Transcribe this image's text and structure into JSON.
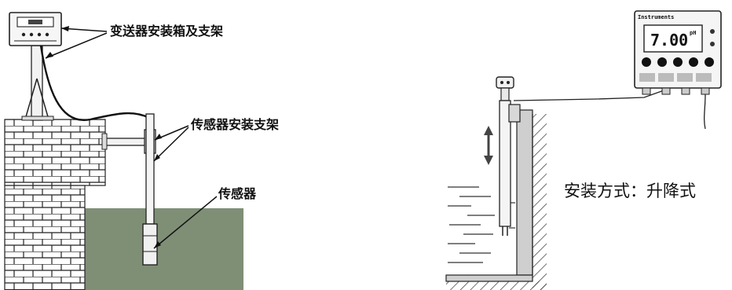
{
  "left_diagram": {
    "labels": {
      "transmitter_box": "变送器安装箱及支架",
      "sensor_bracket": "传感器安装支架",
      "sensor": "传感器"
    }
  },
  "right_diagram": {
    "install_method": "安装方式：升降式",
    "meter": {
      "brand": "Instruments",
      "reading": "7.00",
      "unit": "pH"
    }
  }
}
